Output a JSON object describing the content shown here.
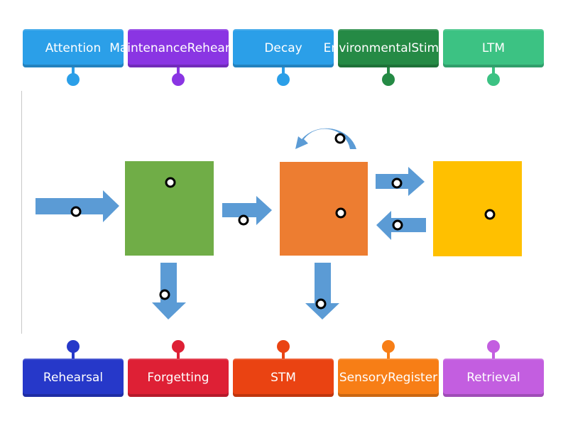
{
  "top_labels": [
    {
      "text": "Attention",
      "color": "#2b9fe8"
    },
    {
      "text": "Maintenance Rehearsal",
      "color": "#8a35e3"
    },
    {
      "text": "Decay",
      "color": "#2b9fe8"
    },
    {
      "text": "Environmental Stimuli",
      "color": "#258a45"
    },
    {
      "text": "LTM",
      "color": "#3cc283"
    }
  ],
  "bottom_labels": [
    {
      "text": "Rehearsal",
      "color": "#2638c9"
    },
    {
      "text": "Forgetting",
      "color": "#de2035"
    },
    {
      "text": "STM",
      "color": "#ea4312"
    },
    {
      "text": "Sensory Register",
      "color": "#f77e16"
    },
    {
      "text": "Retrieval",
      "color": "#c35ee0"
    }
  ],
  "diagram": {
    "boxes": [
      {
        "name": "green-box",
        "color": "#70ad47"
      },
      {
        "name": "orange-box",
        "color": "#ed7d31"
      },
      {
        "name": "yellow-box",
        "color": "#ffc000"
      }
    ],
    "arrow_color": "#5b9bd5"
  }
}
